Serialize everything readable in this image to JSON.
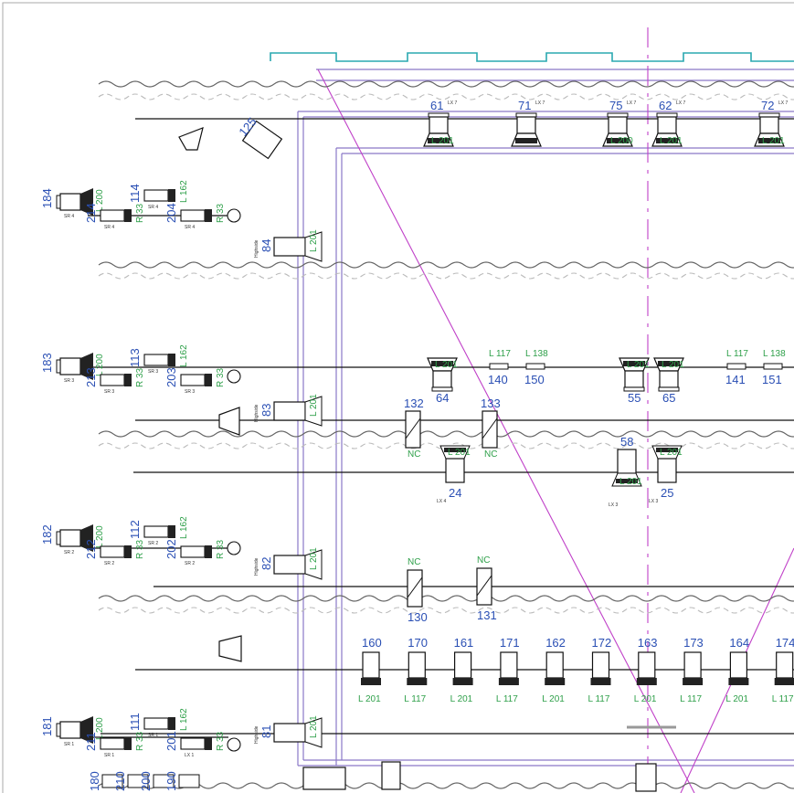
{
  "colors": {
    "ink": "#1a1a1a",
    "blue": "#2a4fb4",
    "green": "#2fa04a",
    "magenta": "#c040c8",
    "teal": "#2aa8b0",
    "purple": "#8a78c8",
    "gray": "#999999"
  },
  "top_row": [
    {
      "num": "61",
      "lx": "LX 7",
      "gel": "L 201",
      "type": "fresnel"
    },
    {
      "num": "71",
      "lx": "LX 7",
      "gel": "",
      "type": "profile"
    },
    {
      "num": "75",
      "lx": "LX 7",
      "gel": "L 200",
      "type": "flood"
    },
    {
      "num": "62",
      "lx": "LX 7",
      "gel": "L 201",
      "type": "fresnel"
    },
    {
      "num": "72",
      "lx": "LX 7",
      "gel": "L 201",
      "type": "fresnel"
    }
  ],
  "side_units": [
    {
      "big": "184",
      "big_sub": "SR 4",
      "big_gel": "L 200",
      "small": [
        {
          "num": "114",
          "sub": "SR 4",
          "gel": "L 162"
        },
        {
          "num": "214",
          "sub": "SR 4",
          "gel": "R 33"
        },
        {
          "num": "204",
          "sub": "SR 4",
          "gel": "R 33"
        }
      ]
    },
    {
      "big": "183",
      "big_sub": "SR 3",
      "big_gel": "L 200",
      "small": [
        {
          "num": "113",
          "sub": "SR 3",
          "gel": "L 162"
        },
        {
          "num": "213",
          "sub": "SR 3",
          "gel": "R 33"
        },
        {
          "num": "203",
          "sub": "SR 3",
          "gel": "R 33"
        }
      ]
    },
    {
      "big": "182",
      "big_sub": "SR 2",
      "big_gel": "L 200",
      "small": [
        {
          "num": "112",
          "sub": "SR 2",
          "gel": "L 162"
        },
        {
          "num": "212",
          "sub": "SR 2",
          "gel": "R 33"
        },
        {
          "num": "202",
          "sub": "SR 2",
          "gel": "R 33"
        }
      ]
    },
    {
      "big": "181",
      "big_sub": "SR 1",
      "big_gel": "L 200",
      "small": [
        {
          "num": "111",
          "sub": "SR 1",
          "gel": "L 162"
        },
        {
          "num": "211",
          "sub": "SR 1",
          "gel": "R 33"
        },
        {
          "num": "201",
          "sub": "LX 1",
          "gel": "R 33"
        }
      ]
    }
  ],
  "highside": [
    {
      "num": "84",
      "gel": "L 201"
    },
    {
      "num": "83",
      "gel": "L 201"
    },
    {
      "num": "82",
      "gel": "L 201"
    },
    {
      "num": "81",
      "gel": "L 201"
    }
  ],
  "highside_label": "Highside",
  "lx6": {
    "fixtures": [
      {
        "num": "64",
        "gel": "L 201"
      },
      {
        "num": "55",
        "gel": "L 201"
      },
      {
        "num": "65",
        "gel": "L 201"
      }
    ],
    "strips": [
      {
        "num": "140",
        "gel": "L 117"
      },
      {
        "num": "150",
        "gel": "L 138"
      },
      {
        "num": "141",
        "gel": "L 117"
      },
      {
        "num": "151",
        "gel": "L 138"
      }
    ]
  },
  "gobo_units": [
    {
      "num": "132",
      "gel": "NC"
    },
    {
      "num": "133",
      "gel": "NC"
    },
    {
      "num": "130",
      "gel": "NC"
    },
    {
      "num": "131",
      "gel": "NC"
    }
  ],
  "lx4": [
    {
      "num": "24",
      "gel": "L 201",
      "lx": "LX 4"
    },
    {
      "num": "58",
      "gel": "L 201",
      "lx": "LX 3"
    },
    {
      "num": "25",
      "gel": "L 201",
      "lx": "LX 3"
    }
  ],
  "lx2_bottom": [
    {
      "num": "160",
      "gel": "L 201"
    },
    {
      "num": "170",
      "gel": "L 117"
    },
    {
      "num": "161",
      "gel": "L 201"
    },
    {
      "num": "171",
      "gel": "L 117"
    },
    {
      "num": "162",
      "gel": "L 201"
    },
    {
      "num": "172",
      "gel": "L 117"
    },
    {
      "num": "163",
      "gel": "L 201"
    },
    {
      "num": "173",
      "gel": "L 117"
    },
    {
      "num": "164",
      "gel": "L 201"
    },
    {
      "num": "174",
      "gel": "L 117"
    }
  ],
  "bottom_left": [
    {
      "num": "180"
    },
    {
      "num": "210"
    },
    {
      "num": "200"
    },
    {
      "num": "190"
    }
  ],
  "misc": {
    "num_125": "125"
  }
}
